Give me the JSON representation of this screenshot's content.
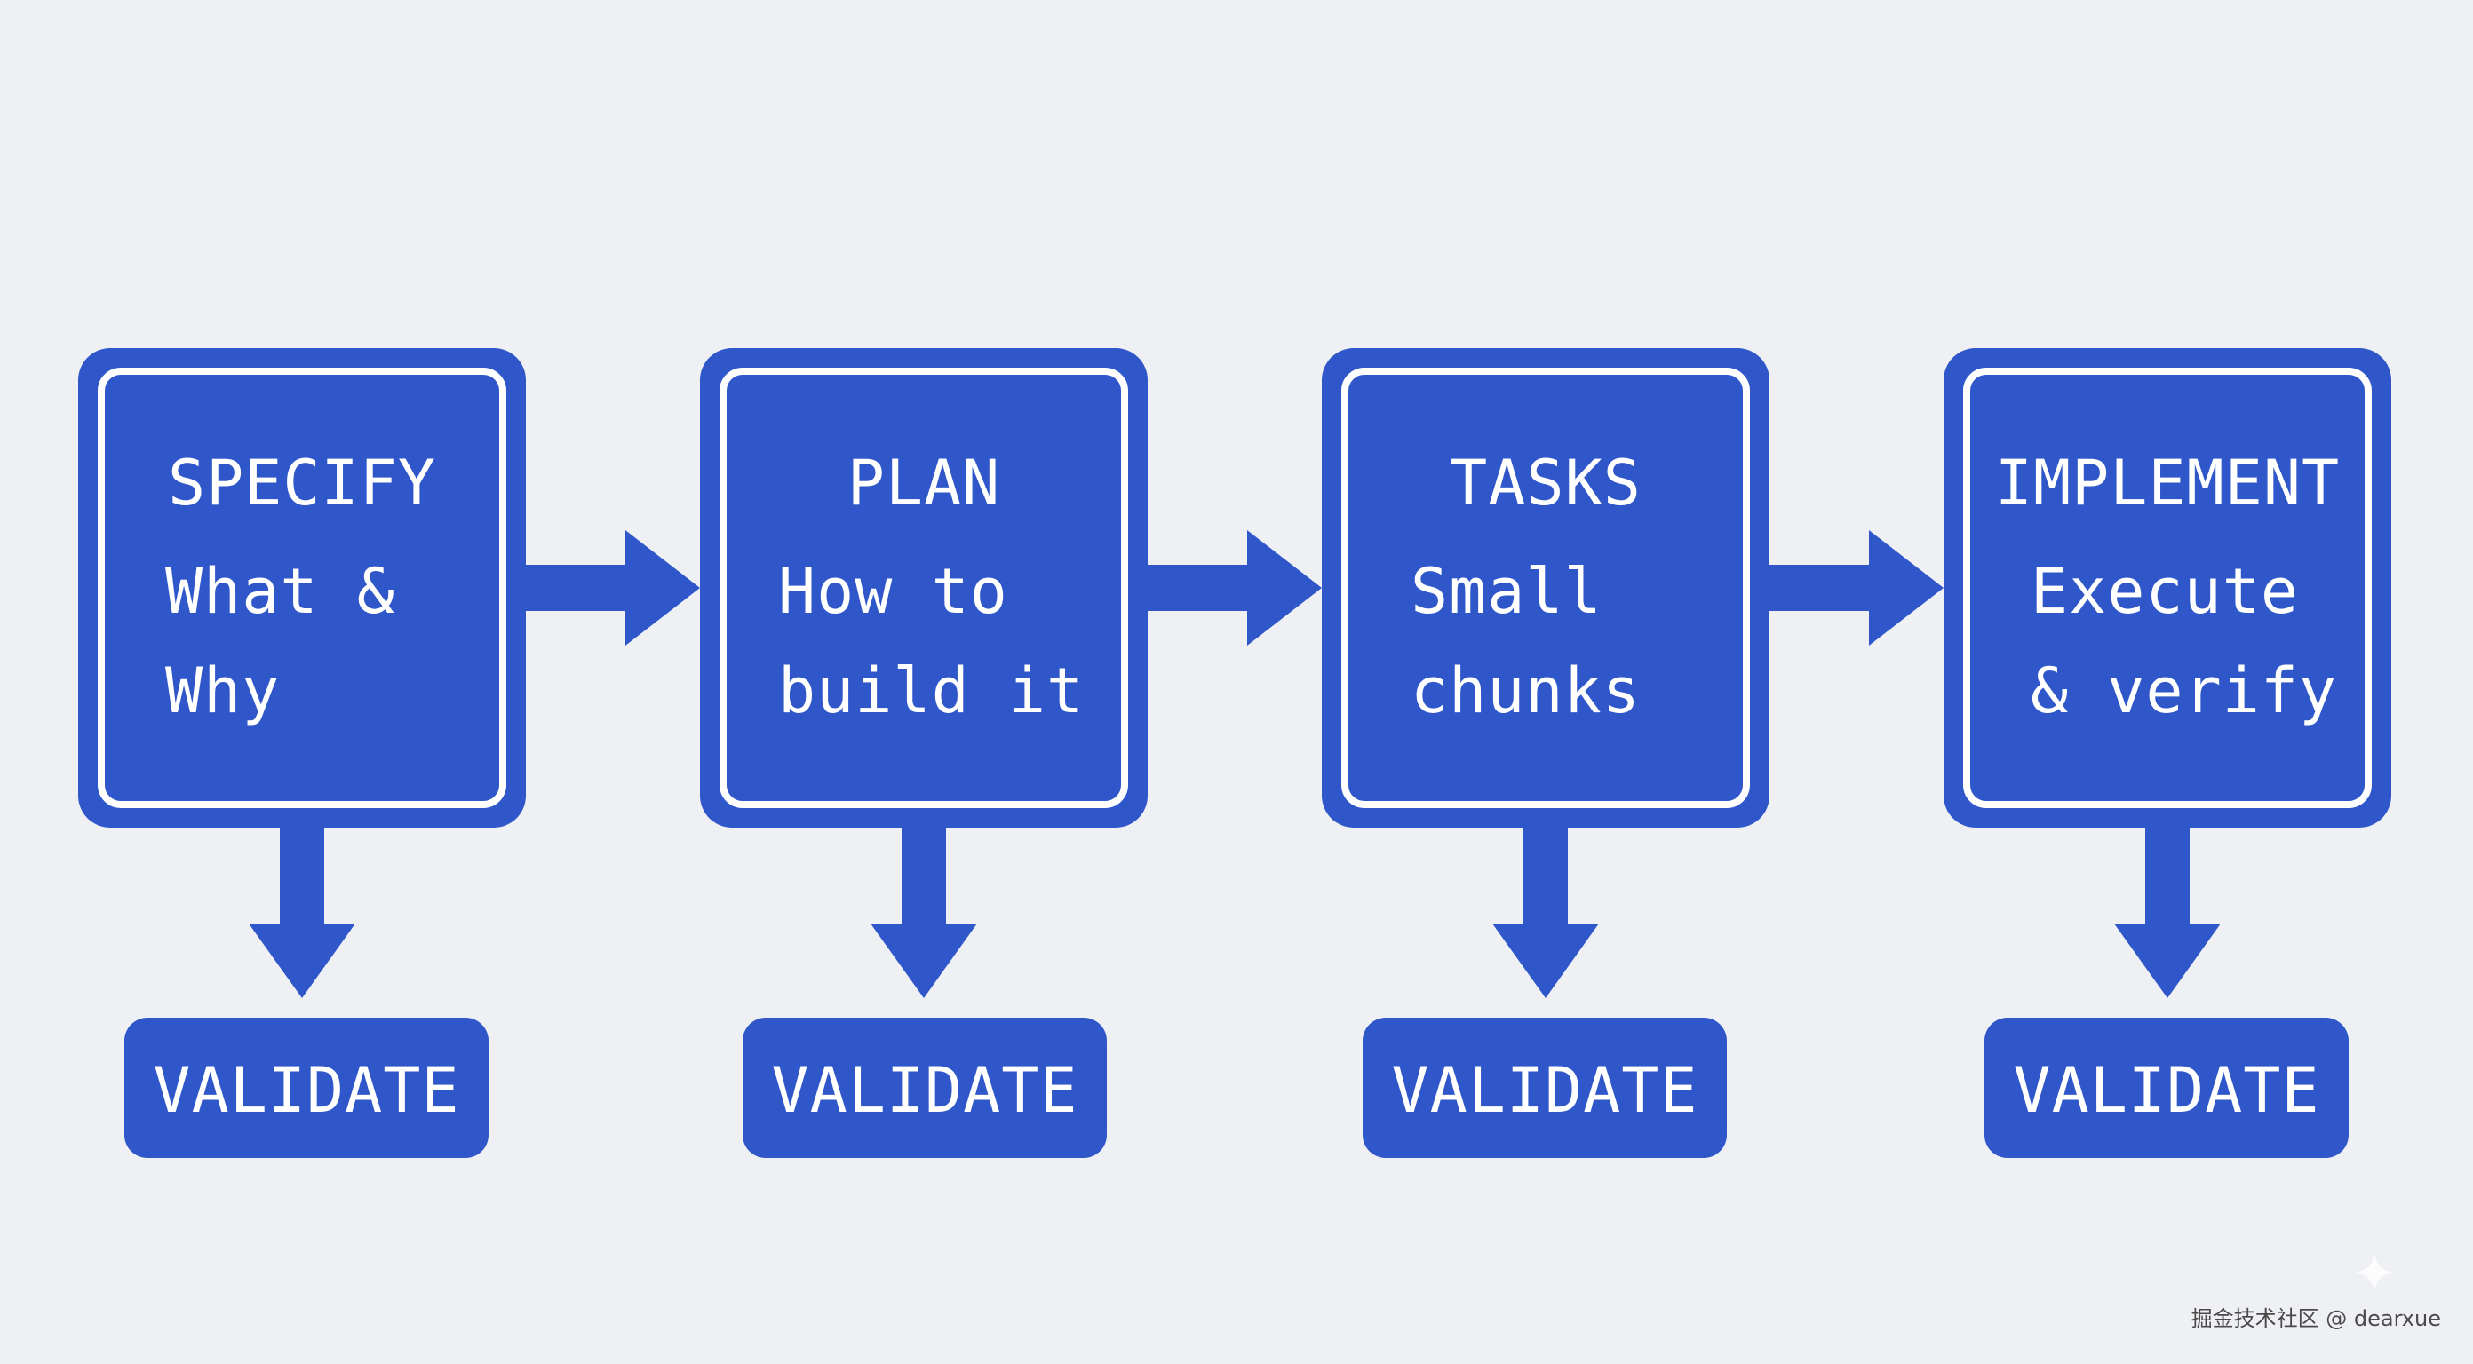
{
  "colors": {
    "background": "#eef0f4",
    "box": "#2f57c9",
    "inner_border": "#ffffff",
    "text": "#ffffff",
    "arrow": "#2f57c9"
  },
  "stages": [
    {
      "title": "SPECIFY",
      "lines": [
        "What &",
        "Why"
      ],
      "validate": "VALIDATE"
    },
    {
      "title": "PLAN",
      "lines": [
        "How to",
        "build it"
      ],
      "validate": "VALIDATE"
    },
    {
      "title": "TASKS",
      "lines": [
        "Small",
        "chunks"
      ],
      "validate": "VALIDATE"
    },
    {
      "title": "IMPLEMENT",
      "lines": [
        "Execute",
        "& verify"
      ],
      "validate": "VALIDATE"
    }
  ],
  "watermark": "掘金技术社区 @ dearxue"
}
